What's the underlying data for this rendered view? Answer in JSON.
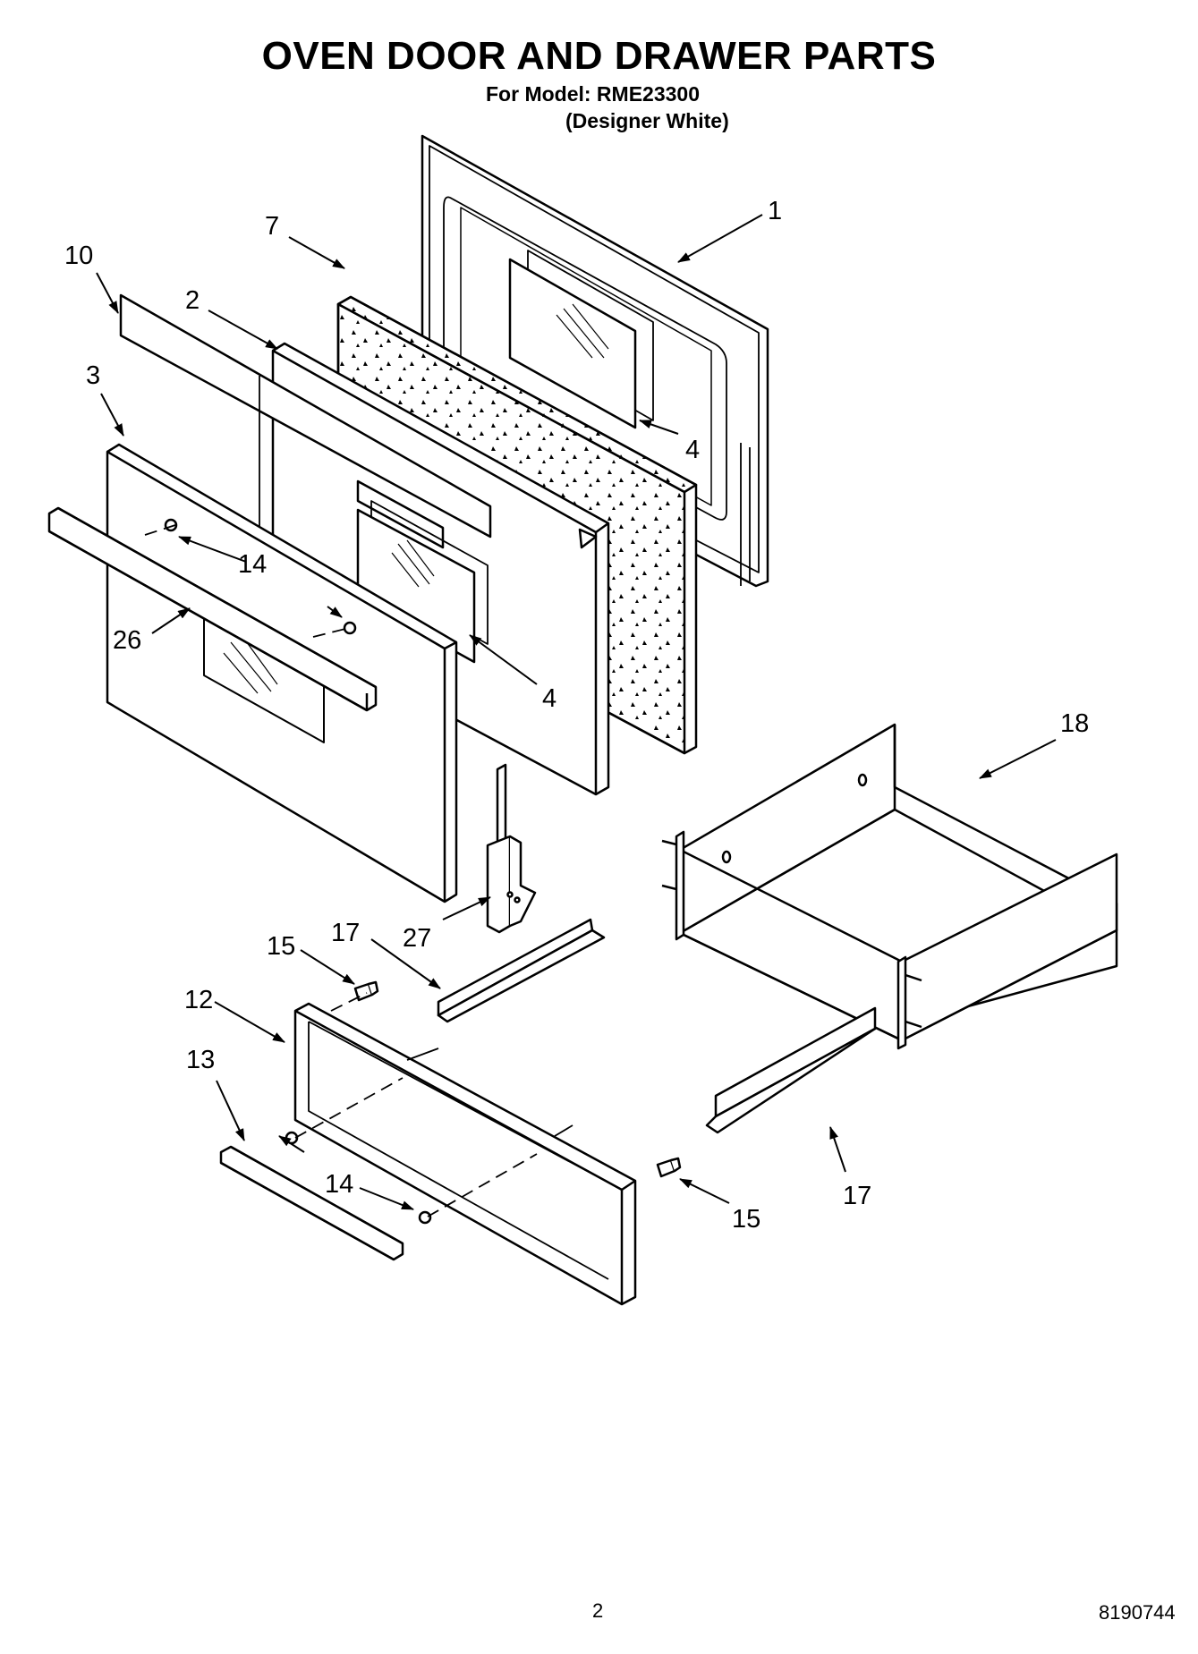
{
  "header": {
    "title": "OVEN DOOR AND DRAWER PARTS",
    "model_line": "For Model: RME23300",
    "variant_line": "(Designer White)"
  },
  "callouts": [
    "1",
    "7",
    "10",
    "2",
    "3",
    "4",
    "14",
    "26",
    "4",
    "18",
    "27",
    "17",
    "15",
    "12",
    "13",
    "14",
    "15",
    "17"
  ],
  "footer": {
    "page_number": "2",
    "document_number": "8190744"
  }
}
